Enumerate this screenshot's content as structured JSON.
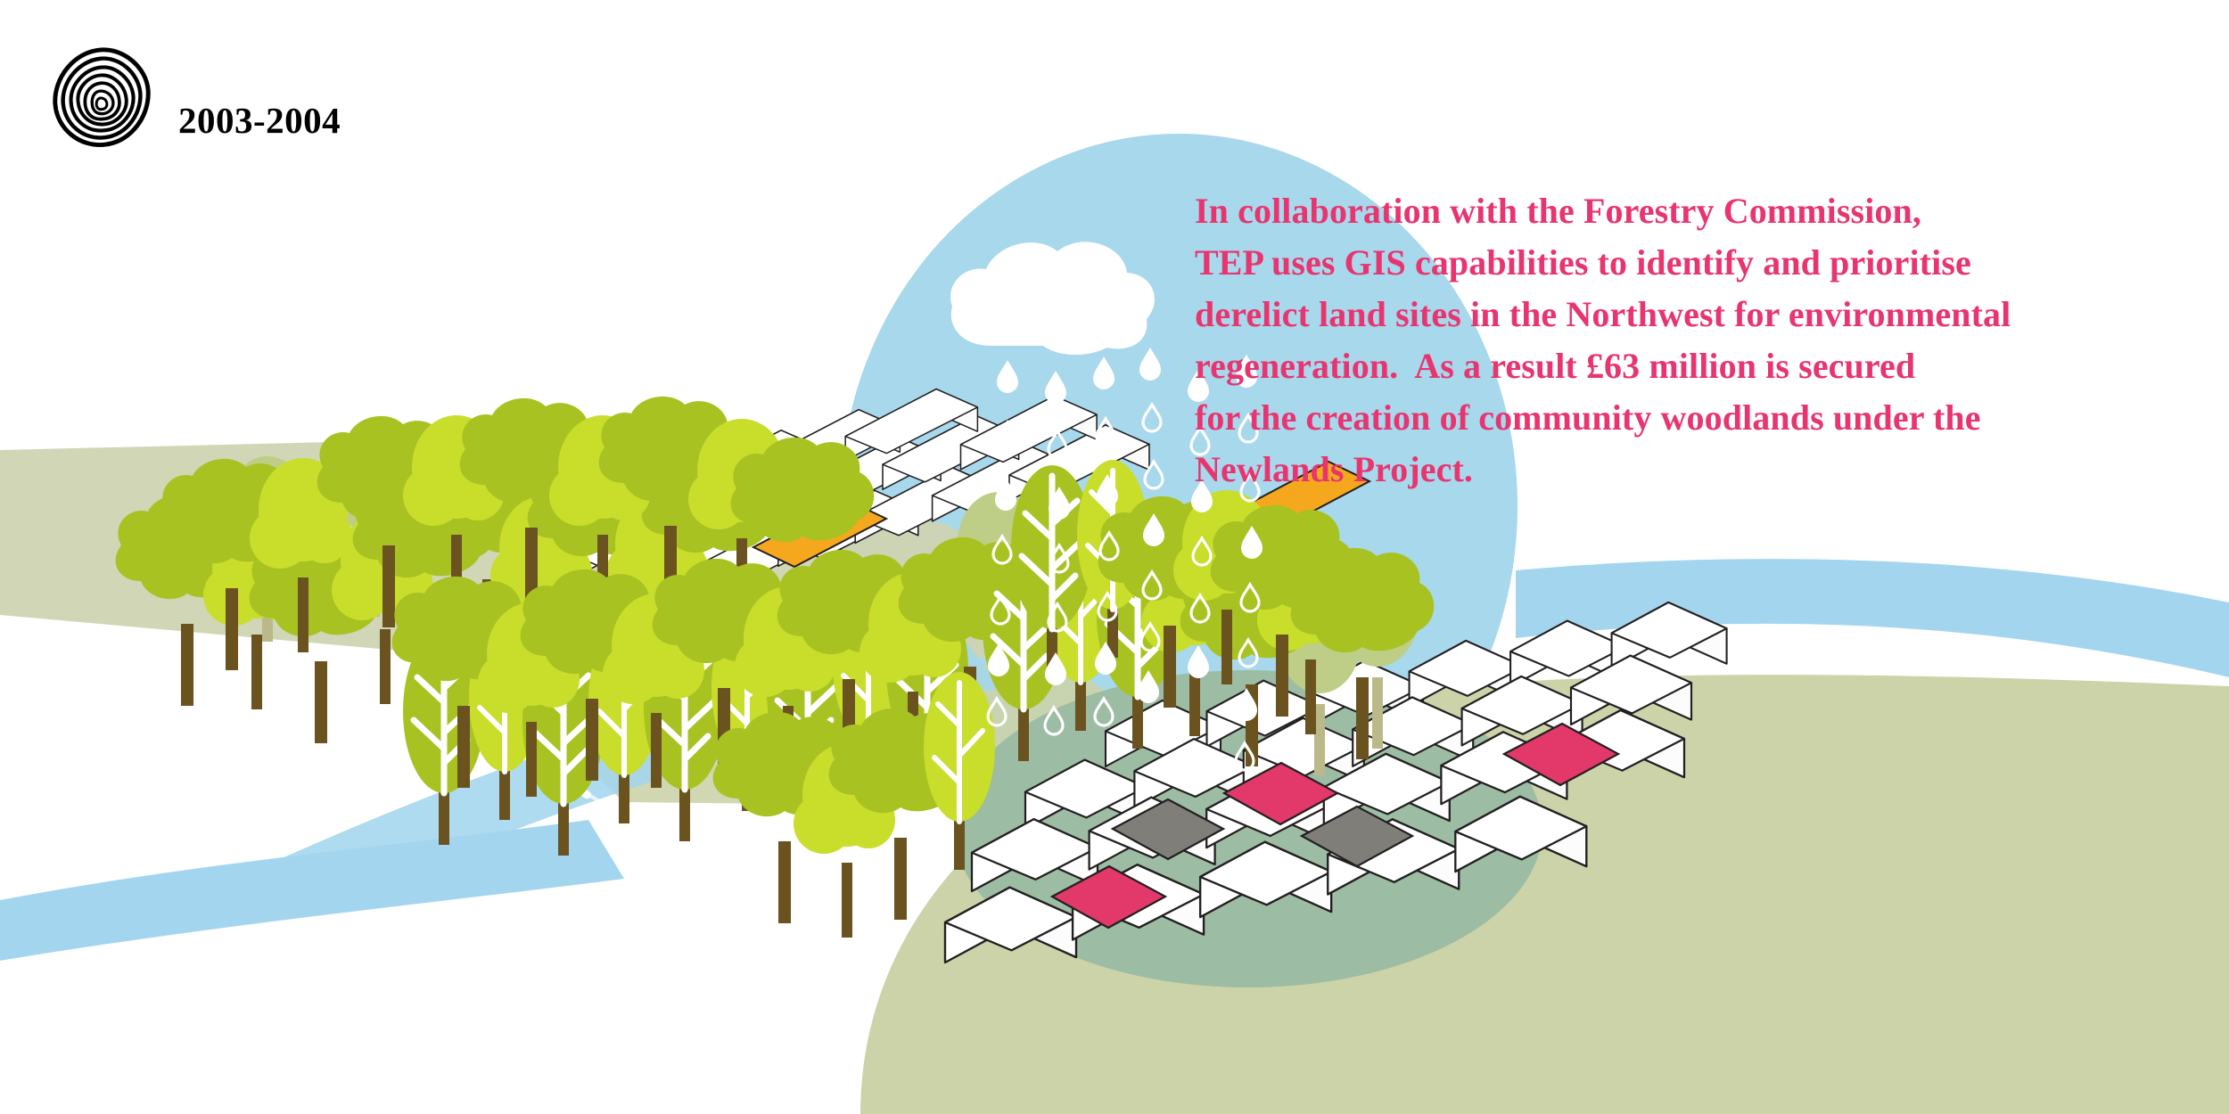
{
  "brand": {
    "logo_icon": "tree-rings-icon",
    "years": "2003-2004"
  },
  "copy": {
    "lines": [
      "In collaboration with the Forestry Commission,",
      "TEP uses GIS capabilities to identify and prioritise",
      "derelict land sites in the Northwest for environmental",
      "regeneration.  As a result £63 million is secured",
      "for the creation of community woodlands under the",
      "Newlands Project."
    ],
    "full_text": "In collaboration with the Forestry Commission, TEP uses GIS capabilities to identify and prioritise derelict land sites in the Northwest for environmental regeneration.  As a result £63 million is secured for the creation of community woodlands under the Newlands Project.",
    "color": "#E8356F"
  },
  "illustration": {
    "title": "community-woodland-regeneration-illustration",
    "background": "#FFFFFF",
    "elements": [
      {
        "name": "sky-ellipse",
        "icon": "blue-ellipse",
        "color": "#A7D8EC"
      },
      {
        "name": "rain-cloud",
        "icon": "cloud-icon",
        "color": "#FFFFFF"
      },
      {
        "name": "raindrops",
        "icon": "raindrop-icon",
        "color": "#FFFFFF",
        "count": 44
      },
      {
        "name": "land-band-upper",
        "icon": "land-band",
        "color": "#CDD4B2"
      },
      {
        "name": "land-mass-lower",
        "icon": "land-mass",
        "color": "#CCD3A9"
      },
      {
        "name": "river-band-upper",
        "icon": "river-band",
        "color": "#A3D6EE"
      },
      {
        "name": "river-band-lower",
        "icon": "river-band",
        "color": "#A3D6EE"
      },
      {
        "name": "river-band-right",
        "icon": "river-band",
        "color": "#A3D6EE"
      },
      {
        "name": "footpath",
        "icon": "dashed-path",
        "color": "#FFFFFF"
      },
      {
        "name": "green-oval-settlement-base",
        "icon": "green-oval",
        "color": "#9CBCA4"
      },
      {
        "name": "woodland-trees",
        "icon": "tree-icon",
        "colors": [
          "#A8C222",
          "#C9DD2B",
          "#BFCE86"
        ]
      },
      {
        "name": "tree-trunks",
        "icon": "trunk-icon",
        "color": "#6B5320"
      },
      {
        "name": "housing-cluster-upper",
        "icon": "house-icon",
        "count": 20
      },
      {
        "name": "housing-cluster-lower",
        "icon": "house-icon",
        "count": 26
      }
    ],
    "roof_colors": {
      "default": "#FFFFFF",
      "pink": "#E2386A",
      "grey": "#807E79",
      "orange": "#F5A81E"
    },
    "palette": {
      "pink_text": "#E8356F",
      "sky_blue": "#A7D8EC",
      "river_blue": "#A3D6EE",
      "olive_green": "#A8C222",
      "lime_green": "#C9DD2B",
      "khaki_land": "#CCD3A9",
      "sage_oval": "#9CBCA4",
      "trunk_brown": "#6B5320",
      "outline": "#231F20"
    }
  }
}
